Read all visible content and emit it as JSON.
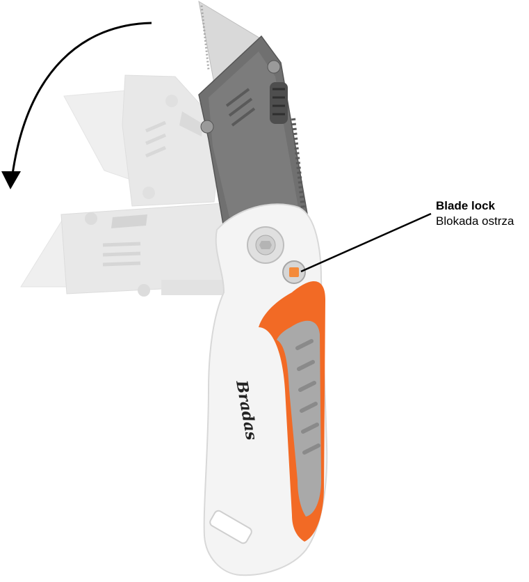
{
  "callout": {
    "title": "Blade lock",
    "subtitle": "Blokada ostrza"
  },
  "logo": {
    "text": "Bradas"
  },
  "colors": {
    "handle_white": "#f4f4f4",
    "accent_orange": "#f26a25",
    "grip_gray": "#a9a9a9",
    "blade_dark": "#6f6f6f",
    "ghost_gray": "#d9d9d9",
    "lock_button": "#f48a3a"
  },
  "icons": {
    "rotation_arrow": "counterclockwise-arrow-icon"
  }
}
